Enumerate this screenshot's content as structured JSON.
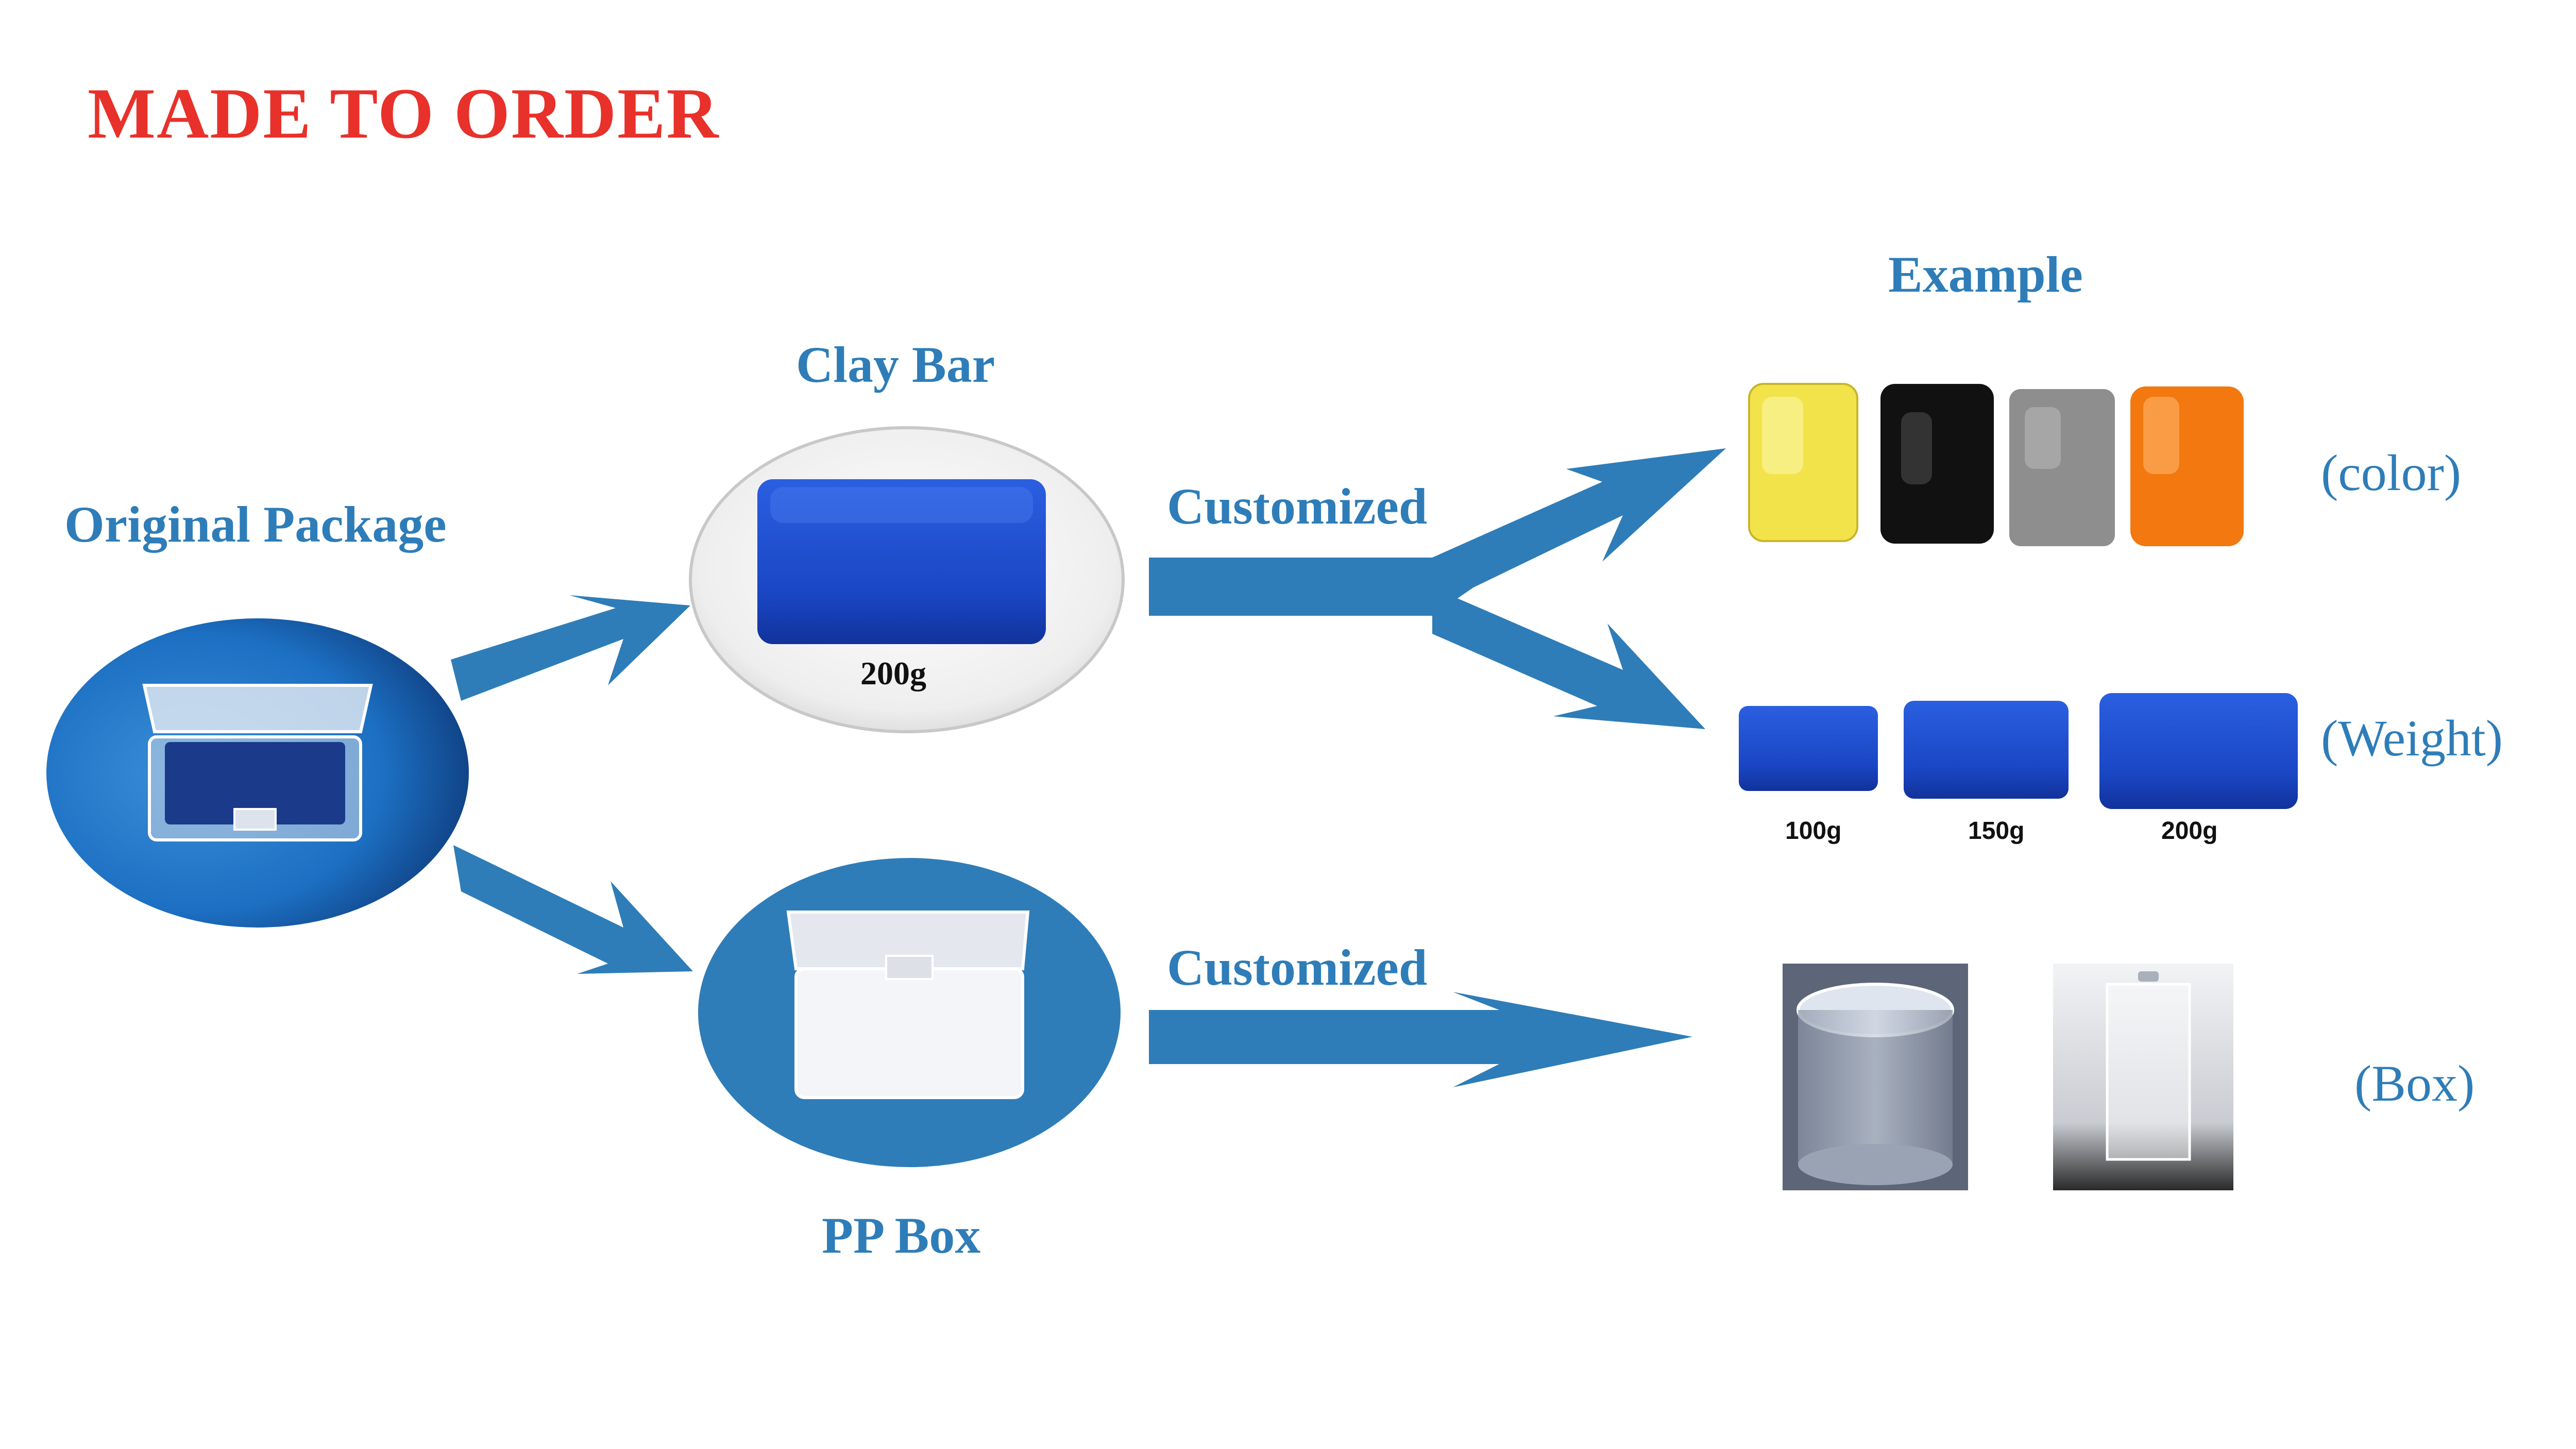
{
  "title": "MADE TO ORDER",
  "labels": {
    "original_package": "Original Package",
    "clay_bar": "Clay Bar",
    "clay_bar_weight": "200g",
    "pp_box": "PP Box",
    "customized_top": "Customized",
    "customized_bottom": "Customized",
    "example": "Example",
    "color": "(color)",
    "weight": "(Weight)",
    "box": "(Box)"
  },
  "weights": [
    "100g",
    "150g",
    "200g"
  ],
  "colors": {
    "title": "#E8312A",
    "label_blue": "#2E7DB8",
    "arrow_blue": "#2E7DB8",
    "clay_blue": "#1E4FC8",
    "swatches": [
      "#F2E34A",
      "#111111",
      "#8E8E8E",
      "#F2780F"
    ]
  }
}
